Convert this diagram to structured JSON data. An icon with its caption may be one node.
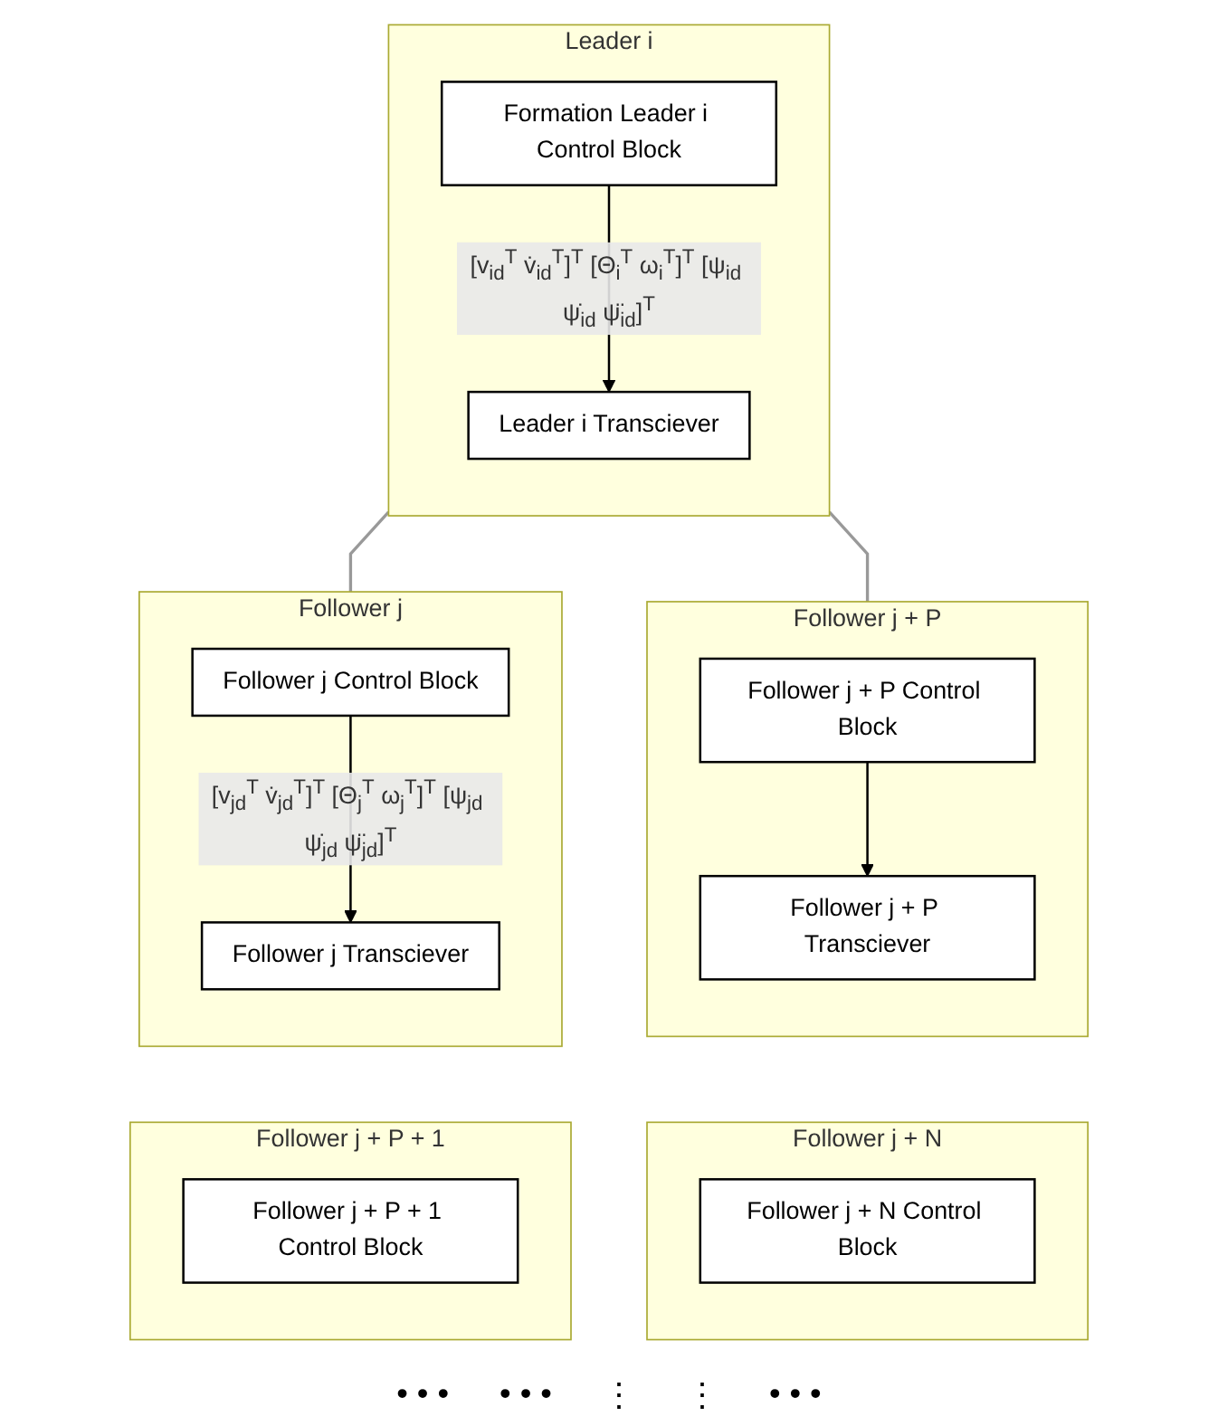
{
  "diagram": {
    "nodes": [
      {
        "text": [
          "Leader i"
        ]
      },
      {
        "text": [
          "Formation Leader i Control Block"
        ],
        "in": 0
      },
      {
        "text": [
          "Leader i Transciever"
        ],
        "in": 0
      },
      {
        "text": [
          "Follower j"
        ]
      },
      {
        "text": [
          "Follower j Control Block"
        ],
        "in": 3
      },
      {
        "text": [
          "Follower j Transciever"
        ],
        "in": 3
      },
      {
        "text": [
          "Follower j + P"
        ]
      },
      {
        "text": [
          "Follower j + P Control Block"
        ],
        "in": 6
      },
      {
        "text": [
          "Follower j + P Transciever"
        ],
        "in": 6
      },
      {
        "text": [
          "Follower j + P + 1"
        ]
      },
      {
        "text": [
          "Follower j + P + 1 Control Block"
        ],
        "in": 9
      },
      {
        "text": [
          "Follower j + N"
        ]
      },
      {
        "text": [
          "Follower j + N Control Block"
        ],
        "in": 11
      }
    ],
    "edges": [
      {
        "from": 1,
        "to": 2,
        "arrow": "to",
        "label": "[v$_{id}$$^{T}$ v̇$_{id}$$^{T}$]$^{T}$ [Θ$_{i}$$^{T}$ ω$_{i}$$^{T}$]$^{T}$ [ψ$_{id}$ ψ̇$_{id}$ ψ̈$_{id}$]$^{T}$"
      },
      {
        "from": 0,
        "to": 3,
        "arrow": "none",
        "color": "#999999"
      },
      {
        "from": 0,
        "to": 6,
        "arrow": "none",
        "color": "#999999"
      },
      {
        "from": 4,
        "to": 5,
        "arrow": "to",
        "label": "[v$_{jd}$$^{T}$ v̇$_{jd}$$^{T}$]$^{T}$ [Θ$_{j}$$^{T}$ ω$_{j}$$^{T}$]$^{T}$ [ψ$_{jd}$ ψ̇$_{jd}$ ψ̈$_{jd}$]$^{T}$"
      },
      {
        "from": 7,
        "to": 8,
        "arrow": "to"
      }
    ],
    "labels": [
      "• • •",
      "• • •",
      "⋮",
      "⋮",
      "• • •"
    ]
  }
}
